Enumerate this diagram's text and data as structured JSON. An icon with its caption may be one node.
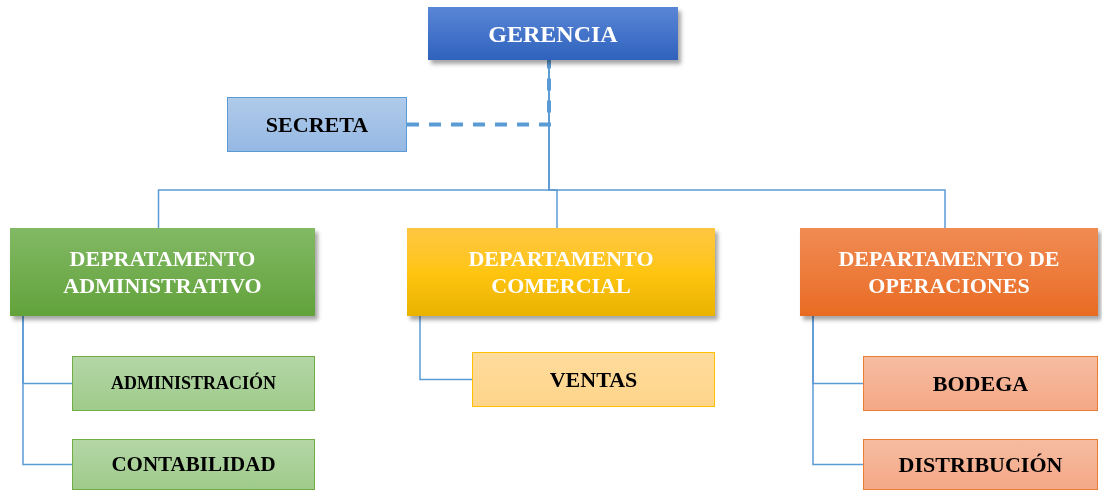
{
  "diagram": {
    "nodes": [
      {
        "text": [
          "GERENCIA"
        ]
      },
      {
        "text": [
          "SECRETA"
        ]
      },
      {
        "text": [
          "DEPRATAMENTO ADMINISTRATIVO"
        ]
      },
      {
        "text": [
          "DEPARTAMENTO COMERCIAL"
        ]
      },
      {
        "text": [
          "DEPARTAMENTO DE OPERACIONES"
        ]
      },
      {
        "text": [
          "ADMINISTRACIÓN"
        ]
      },
      {
        "text": [
          "CONTABILIDAD"
        ]
      },
      {
        "text": [
          "VENTAS"
        ]
      },
      {
        "text": [
          "BODEGA"
        ]
      },
      {
        "text": [
          "DISTRIBUCIÓN"
        ]
      }
    ],
    "edges": [
      {
        "from": 1,
        "to": 0,
        "arrow": "none",
        "style": "dashed"
      },
      {
        "from": 0,
        "to": 2,
        "arrow": "none"
      },
      {
        "from": 0,
        "to": 3,
        "arrow": "none"
      },
      {
        "from": 0,
        "to": 4,
        "arrow": "none"
      },
      {
        "from": 2,
        "to": 5,
        "arrow": "none"
      },
      {
        "from": 2,
        "to": 6,
        "arrow": "none"
      },
      {
        "from": 3,
        "to": 7,
        "arrow": "none"
      },
      {
        "from": 4,
        "to": 8,
        "arrow": "none"
      },
      {
        "from": 4,
        "to": 9,
        "arrow": "none"
      }
    ]
  }
}
